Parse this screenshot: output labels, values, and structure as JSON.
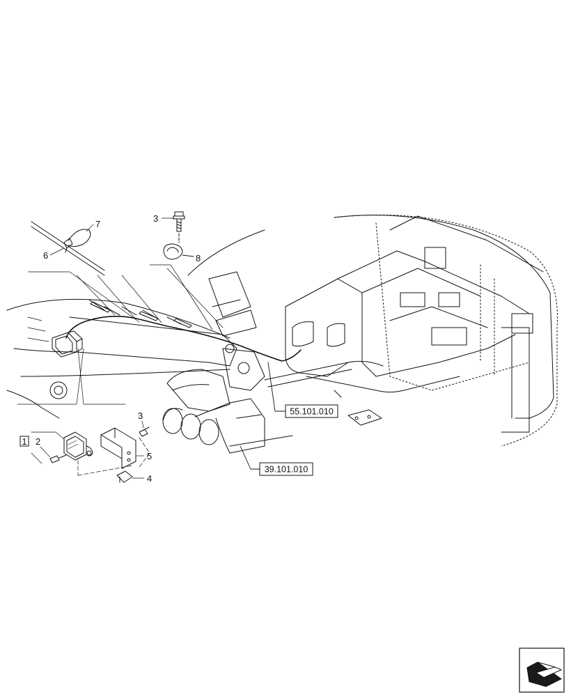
{
  "callouts": {
    "c1": "1",
    "c2": "2",
    "c3a": "3",
    "c3b": "3",
    "c4": "4",
    "c5": "5",
    "c6": "6",
    "c7": "7",
    "c8": "8"
  },
  "references": {
    "ref_upper": "55.101.010",
    "ref_lower": "39.101.010"
  },
  "icons": {
    "nav": "arrow-back-icon"
  }
}
